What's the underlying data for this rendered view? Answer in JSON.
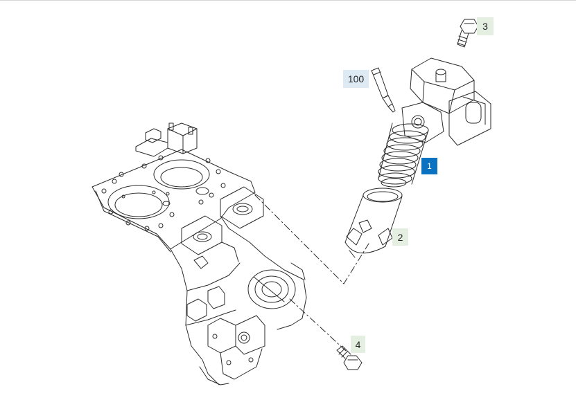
{
  "callouts": [
    {
      "id": "3",
      "label": "3",
      "kind": "part"
    },
    {
      "id": "100",
      "label": "100",
      "kind": "tool"
    },
    {
      "id": "1",
      "label": "1",
      "kind": "part",
      "selected": true
    },
    {
      "id": "2",
      "label": "2",
      "kind": "part"
    },
    {
      "id": "4",
      "label": "4",
      "kind": "part"
    }
  ],
  "colors": {
    "part_callout_bg": "#e4eee1",
    "tool_callout_bg": "#dde9f3",
    "selected_callout_bg": "#0a72c0",
    "line_art": "#2a2a2a"
  }
}
